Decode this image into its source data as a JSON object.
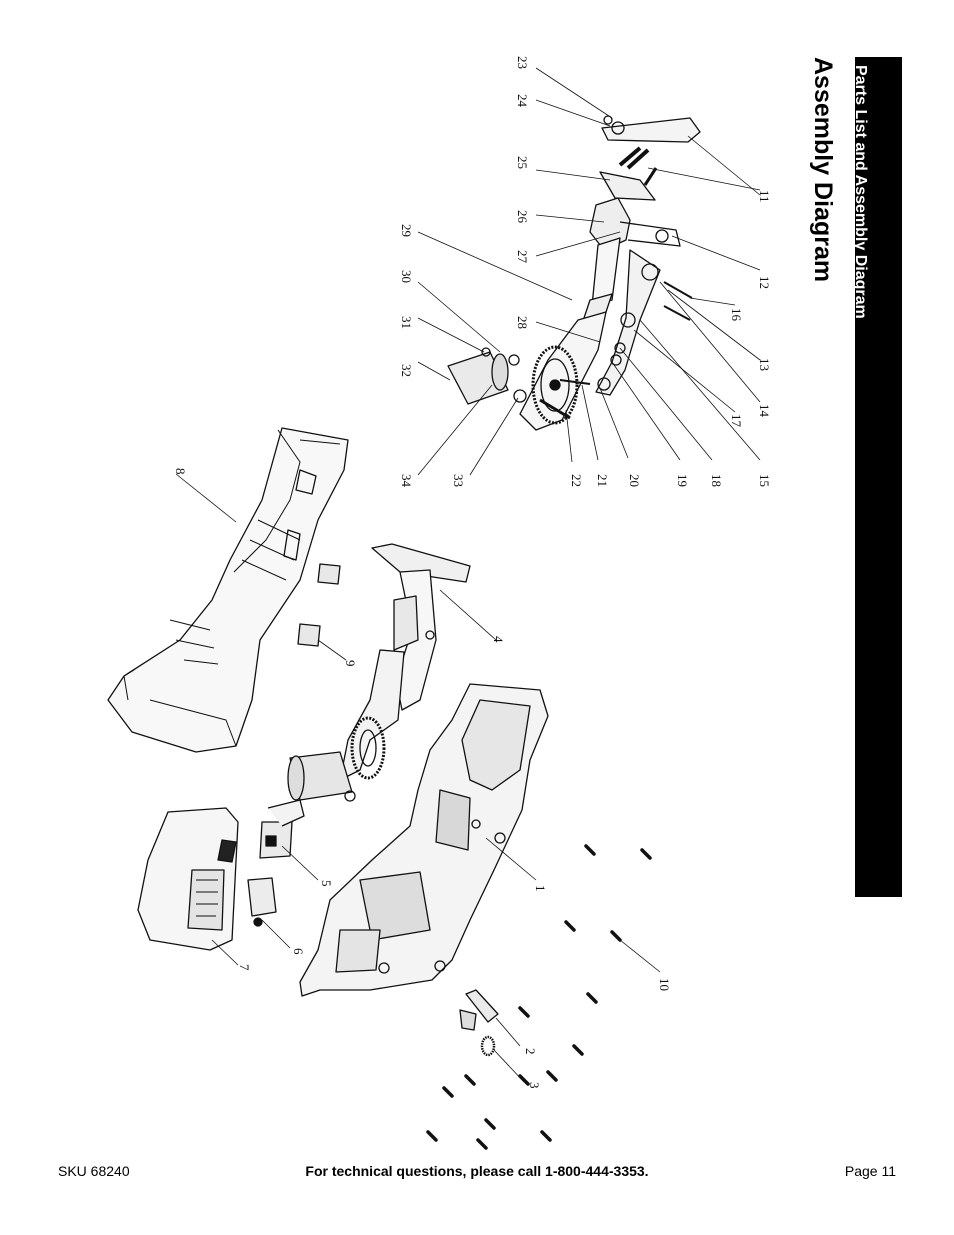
{
  "header": {
    "section_tab": "Parts List and Assembly Diagram",
    "title": "Assembly Diagram"
  },
  "callouts": [
    "1",
    "2",
    "3",
    "4",
    "5",
    "6",
    "7",
    "8",
    "9",
    "10",
    "11",
    "12",
    "13",
    "14",
    "15",
    "16",
    "17",
    "18",
    "19",
    "20",
    "21",
    "22",
    "23",
    "24",
    "25",
    "26",
    "27",
    "28",
    "29",
    "30",
    "31",
    "32",
    "33",
    "34"
  ],
  "footer": {
    "sku": "SKU 68240",
    "tech_support": "For technical questions, please call 1-800-444-3353.",
    "page": "Page 11"
  }
}
